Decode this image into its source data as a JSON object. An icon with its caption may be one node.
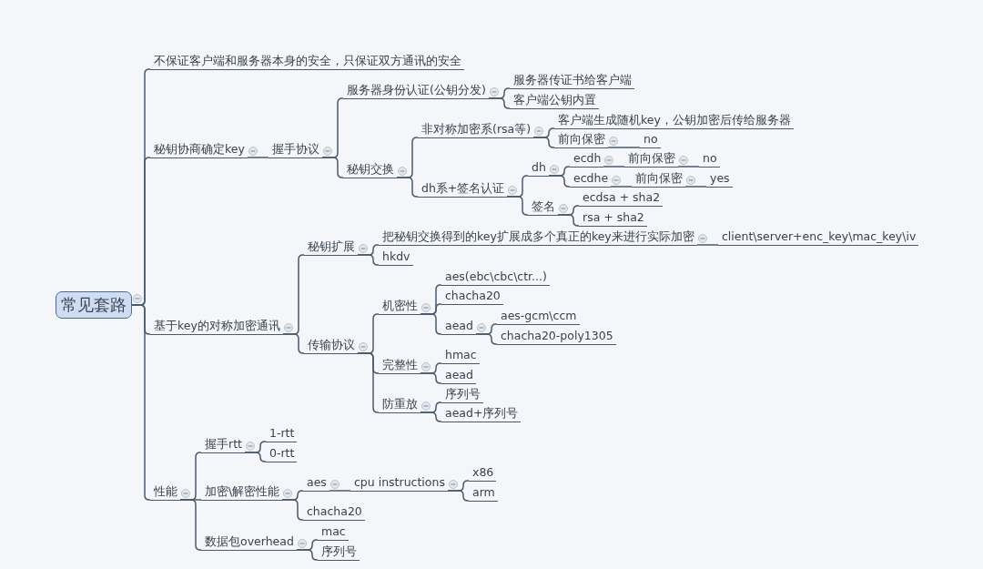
{
  "diagram": {
    "nodes": [
      {
        "text": [
          "常见套路"
        ]
      },
      {
        "text": [
          "不保证客户端和服务器本身的安全，只保证双方通讯的安全"
        ]
      },
      {
        "text": [
          "秘钥协商确定key"
        ]
      },
      {
        "text": [
          "握手协议"
        ]
      },
      {
        "text": [
          "服务器身份认证(公钥分发)"
        ]
      },
      {
        "text": [
          "服务器传证书给客户端"
        ]
      },
      {
        "text": [
          "客户端公钥内置"
        ]
      },
      {
        "text": [
          "秘钥交换"
        ]
      },
      {
        "text": [
          "非对称加密系(rsa等)"
        ]
      },
      {
        "text": [
          "客户端生成随机key，公钥加密后传给服务器"
        ]
      },
      {
        "text": [
          "前向保密"
        ]
      },
      {
        "text": [
          "no"
        ]
      },
      {
        "text": [
          "dh系+签名认证"
        ]
      },
      {
        "text": [
          "dh"
        ]
      },
      {
        "text": [
          "ecdh"
        ]
      },
      {
        "text": [
          "前向保密"
        ]
      },
      {
        "text": [
          "no"
        ]
      },
      {
        "text": [
          "ecdhe"
        ]
      },
      {
        "text": [
          "前向保密"
        ]
      },
      {
        "text": [
          "yes"
        ]
      },
      {
        "text": [
          "签名"
        ]
      },
      {
        "text": [
          "ecdsa + sha2"
        ]
      },
      {
        "text": [
          "rsa + sha2"
        ]
      },
      {
        "text": [
          "基于key的对称加密通讯"
        ]
      },
      {
        "text": [
          "秘钥扩展"
        ]
      },
      {
        "text": [
          "把秘钥交换得到的key扩展成多个真正的key来进行实际加密"
        ]
      },
      {
        "text": [
          "client\\server+enc_key\\mac_key\\iv"
        ]
      },
      {
        "text": [
          "hkdv"
        ]
      },
      {
        "text": [
          "传输协议"
        ]
      },
      {
        "text": [
          "机密性"
        ]
      },
      {
        "text": [
          "aes(ebc\\cbc\\ctr...)"
        ]
      },
      {
        "text": [
          "chacha20"
        ]
      },
      {
        "text": [
          "aead"
        ]
      },
      {
        "text": [
          "aes-gcm\\ccm"
        ]
      },
      {
        "text": [
          "chacha20-poly1305"
        ]
      },
      {
        "text": [
          "完整性"
        ]
      },
      {
        "text": [
          "hmac"
        ]
      },
      {
        "text": [
          "aead"
        ]
      },
      {
        "text": [
          "防重放"
        ]
      },
      {
        "text": [
          "序列号"
        ]
      },
      {
        "text": [
          "aead+序列号"
        ]
      },
      {
        "text": [
          "性能"
        ]
      },
      {
        "text": [
          "握手rtt"
        ]
      },
      {
        "text": [
          "1-rtt"
        ]
      },
      {
        "text": [
          "0-rtt"
        ]
      },
      {
        "text": [
          "加密\\解密性能"
        ]
      },
      {
        "text": [
          "aes"
        ]
      },
      {
        "text": [
          "cpu instructions"
        ]
      },
      {
        "text": [
          "x86"
        ]
      },
      {
        "text": [
          "arm"
        ]
      },
      {
        "text": [
          "chacha20"
        ]
      },
      {
        "text": [
          "数据包overhead"
        ]
      },
      {
        "text": [
          "mac"
        ]
      },
      {
        "text": [
          "序列号"
        ]
      }
    ],
    "edges": [
      {
        "from": 0,
        "to": 1,
        "arrow": "none"
      },
      {
        "from": 0,
        "to": 2,
        "arrow": "none"
      },
      {
        "from": 2,
        "to": 3,
        "arrow": "none"
      },
      {
        "from": 3,
        "to": 4,
        "arrow": "none"
      },
      {
        "from": 4,
        "to": 5,
        "arrow": "none"
      },
      {
        "from": 4,
        "to": 6,
        "arrow": "none"
      },
      {
        "from": 3,
        "to": 7,
        "arrow": "none"
      },
      {
        "from": 7,
        "to": 8,
        "arrow": "none"
      },
      {
        "from": 8,
        "to": 9,
        "arrow": "none"
      },
      {
        "from": 8,
        "to": 10,
        "arrow": "none"
      },
      {
        "from": 10,
        "to": 11,
        "arrow": "none"
      },
      {
        "from": 7,
        "to": 12,
        "arrow": "none"
      },
      {
        "from": 12,
        "to": 13,
        "arrow": "none"
      },
      {
        "from": 13,
        "to": 14,
        "arrow": "none"
      },
      {
        "from": 14,
        "to": 15,
        "arrow": "none"
      },
      {
        "from": 15,
        "to": 16,
        "arrow": "none"
      },
      {
        "from": 13,
        "to": 17,
        "arrow": "none"
      },
      {
        "from": 17,
        "to": 18,
        "arrow": "none"
      },
      {
        "from": 18,
        "to": 19,
        "arrow": "none"
      },
      {
        "from": 12,
        "to": 20,
        "arrow": "none"
      },
      {
        "from": 20,
        "to": 21,
        "arrow": "none"
      },
      {
        "from": 20,
        "to": 22,
        "arrow": "none"
      },
      {
        "from": 0,
        "to": 23,
        "arrow": "none"
      },
      {
        "from": 23,
        "to": 24,
        "arrow": "none"
      },
      {
        "from": 24,
        "to": 25,
        "arrow": "none"
      },
      {
        "from": 25,
        "to": 26,
        "arrow": "none"
      },
      {
        "from": 24,
        "to": 27,
        "arrow": "none"
      },
      {
        "from": 23,
        "to": 28,
        "arrow": "none"
      },
      {
        "from": 28,
        "to": 29,
        "arrow": "none"
      },
      {
        "from": 29,
        "to": 30,
        "arrow": "none"
      },
      {
        "from": 29,
        "to": 31,
        "arrow": "none"
      },
      {
        "from": 29,
        "to": 32,
        "arrow": "none"
      },
      {
        "from": 32,
        "to": 33,
        "arrow": "none"
      },
      {
        "from": 32,
        "to": 34,
        "arrow": "none"
      },
      {
        "from": 28,
        "to": 35,
        "arrow": "none"
      },
      {
        "from": 35,
        "to": 36,
        "arrow": "none"
      },
      {
        "from": 35,
        "to": 37,
        "arrow": "none"
      },
      {
        "from": 28,
        "to": 38,
        "arrow": "none"
      },
      {
        "from": 38,
        "to": 39,
        "arrow": "none"
      },
      {
        "from": 38,
        "to": 40,
        "arrow": "none"
      },
      {
        "from": 0,
        "to": 41,
        "arrow": "none"
      },
      {
        "from": 41,
        "to": 42,
        "arrow": "none"
      },
      {
        "from": 42,
        "to": 43,
        "arrow": "none"
      },
      {
        "from": 42,
        "to": 44,
        "arrow": "none"
      },
      {
        "from": 41,
        "to": 45,
        "arrow": "none"
      },
      {
        "from": 45,
        "to": 46,
        "arrow": "none"
      },
      {
        "from": 46,
        "to": 47,
        "arrow": "none"
      },
      {
        "from": 47,
        "to": 48,
        "arrow": "none"
      },
      {
        "from": 47,
        "to": 49,
        "arrow": "none"
      },
      {
        "from": 45,
        "to": 50,
        "arrow": "none"
      },
      {
        "from": 41,
        "to": 51,
        "arrow": "none"
      },
      {
        "from": 51,
        "to": 52,
        "arrow": "none"
      },
      {
        "from": 51,
        "to": 53,
        "arrow": "none"
      }
    ]
  }
}
